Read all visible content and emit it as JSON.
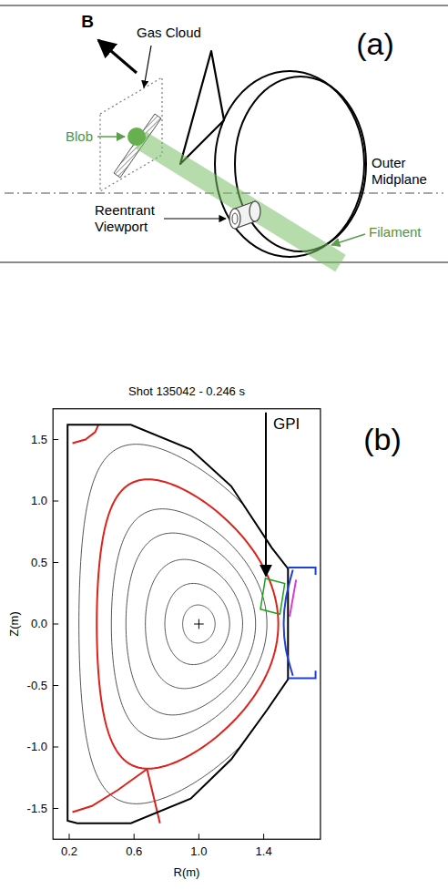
{
  "diagram": {
    "labels": [
      "B",
      "Gas Cloud",
      "(a)",
      "Blob",
      "Outer Midplane",
      "Reentrant Viewport",
      "Filament",
      "Shot 135042 - 0.246 s",
      "GPI",
      "(b)",
      "1.5",
      "1.0",
      "0.5",
      "0.0",
      "-0.5",
      "-1.0",
      "-1.5",
      "Z(m)",
      "0.2",
      "0.6",
      "1.0",
      "1.4",
      "R(m)"
    ]
  }
}
